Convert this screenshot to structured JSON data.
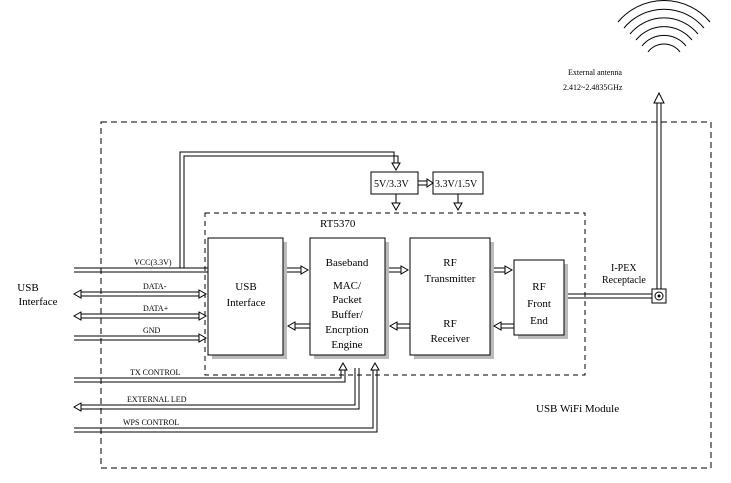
{
  "antenna": {
    "label_1": "External antenna",
    "label_2": "2.412~2.4835GHz"
  },
  "usb_interface": {
    "line_1": "USB",
    "line_2": "Interface"
  },
  "signals": {
    "vcc": "VCC(3.3V)",
    "data_minus": "DATA-",
    "data_plus": "DATA+",
    "gnd": "GND",
    "tx_control": "TX  CONTROL",
    "external_led": "EXTERNAL LED",
    "wps_control": "WPS CONTROL"
  },
  "regulators": {
    "reg1": "5V/3.3V",
    "reg2": "3.3V/1.5V"
  },
  "chip": {
    "name": "RT5370"
  },
  "blocks": {
    "usb_if": {
      "line_1": "USB",
      "line_2": "Interface"
    },
    "baseband": {
      "line_1": "Baseband",
      "line_2": "MAC/",
      "line_3": "Packet",
      "line_4": "Buffer/",
      "line_5": "Encrption",
      "line_6": "Engine"
    },
    "rf_tx": {
      "line_1": "RF",
      "line_2": "Transmitter"
    },
    "rf_rx": {
      "line_1": "RF",
      "line_2": "Receiver"
    },
    "rf_front": {
      "line_1": "RF",
      "line_2": "Front",
      "line_3": "End"
    }
  },
  "connector": {
    "line_1": "I-PEX",
    "line_2": "Receptacle"
  },
  "module": {
    "label": "USB WiFi Module"
  }
}
